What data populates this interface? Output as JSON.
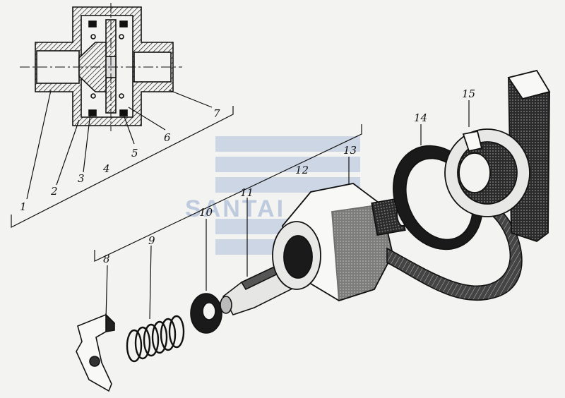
{
  "watermark": {
    "text": "SANTAI"
  },
  "callouts": [
    "1",
    "2",
    "3",
    "4",
    "5",
    "6",
    "7",
    "8",
    "9",
    "10",
    "11",
    "12",
    "13",
    "14",
    "15"
  ],
  "colors": {
    "ink": "#111111",
    "paper": "#f3f3f1",
    "watermark": "#b9c6dc"
  }
}
